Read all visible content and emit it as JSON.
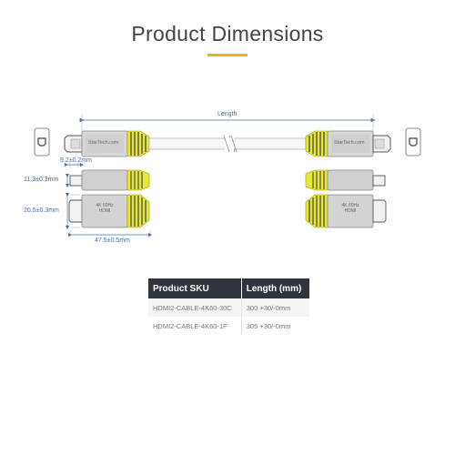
{
  "title": "Product Dimensions",
  "colors": {
    "accent": "#f0b020",
    "dimension": "#4a6fa8",
    "header_bg": "#30353d",
    "connector_yellow": "#e8e832"
  },
  "dimensions": {
    "length": "Length",
    "tip_width": "9.2±0.2mm",
    "tip_height": "11.3±0.3mm",
    "body_height": "20.5±0.3mm",
    "body_length": "47.5±0.5mm"
  },
  "brand_text": "StarTech.com",
  "connector_print": "4K 60Hz\nHDMI",
  "table": {
    "headers": [
      "Product SKU",
      "Length (mm)"
    ],
    "rows": [
      [
        "HDMI2-CABLE-4K60-30C",
        "300 +30/-0mm"
      ],
      [
        "HDMI2-CABLE-4K60-1F",
        "305 +30/-0mm"
      ]
    ]
  }
}
